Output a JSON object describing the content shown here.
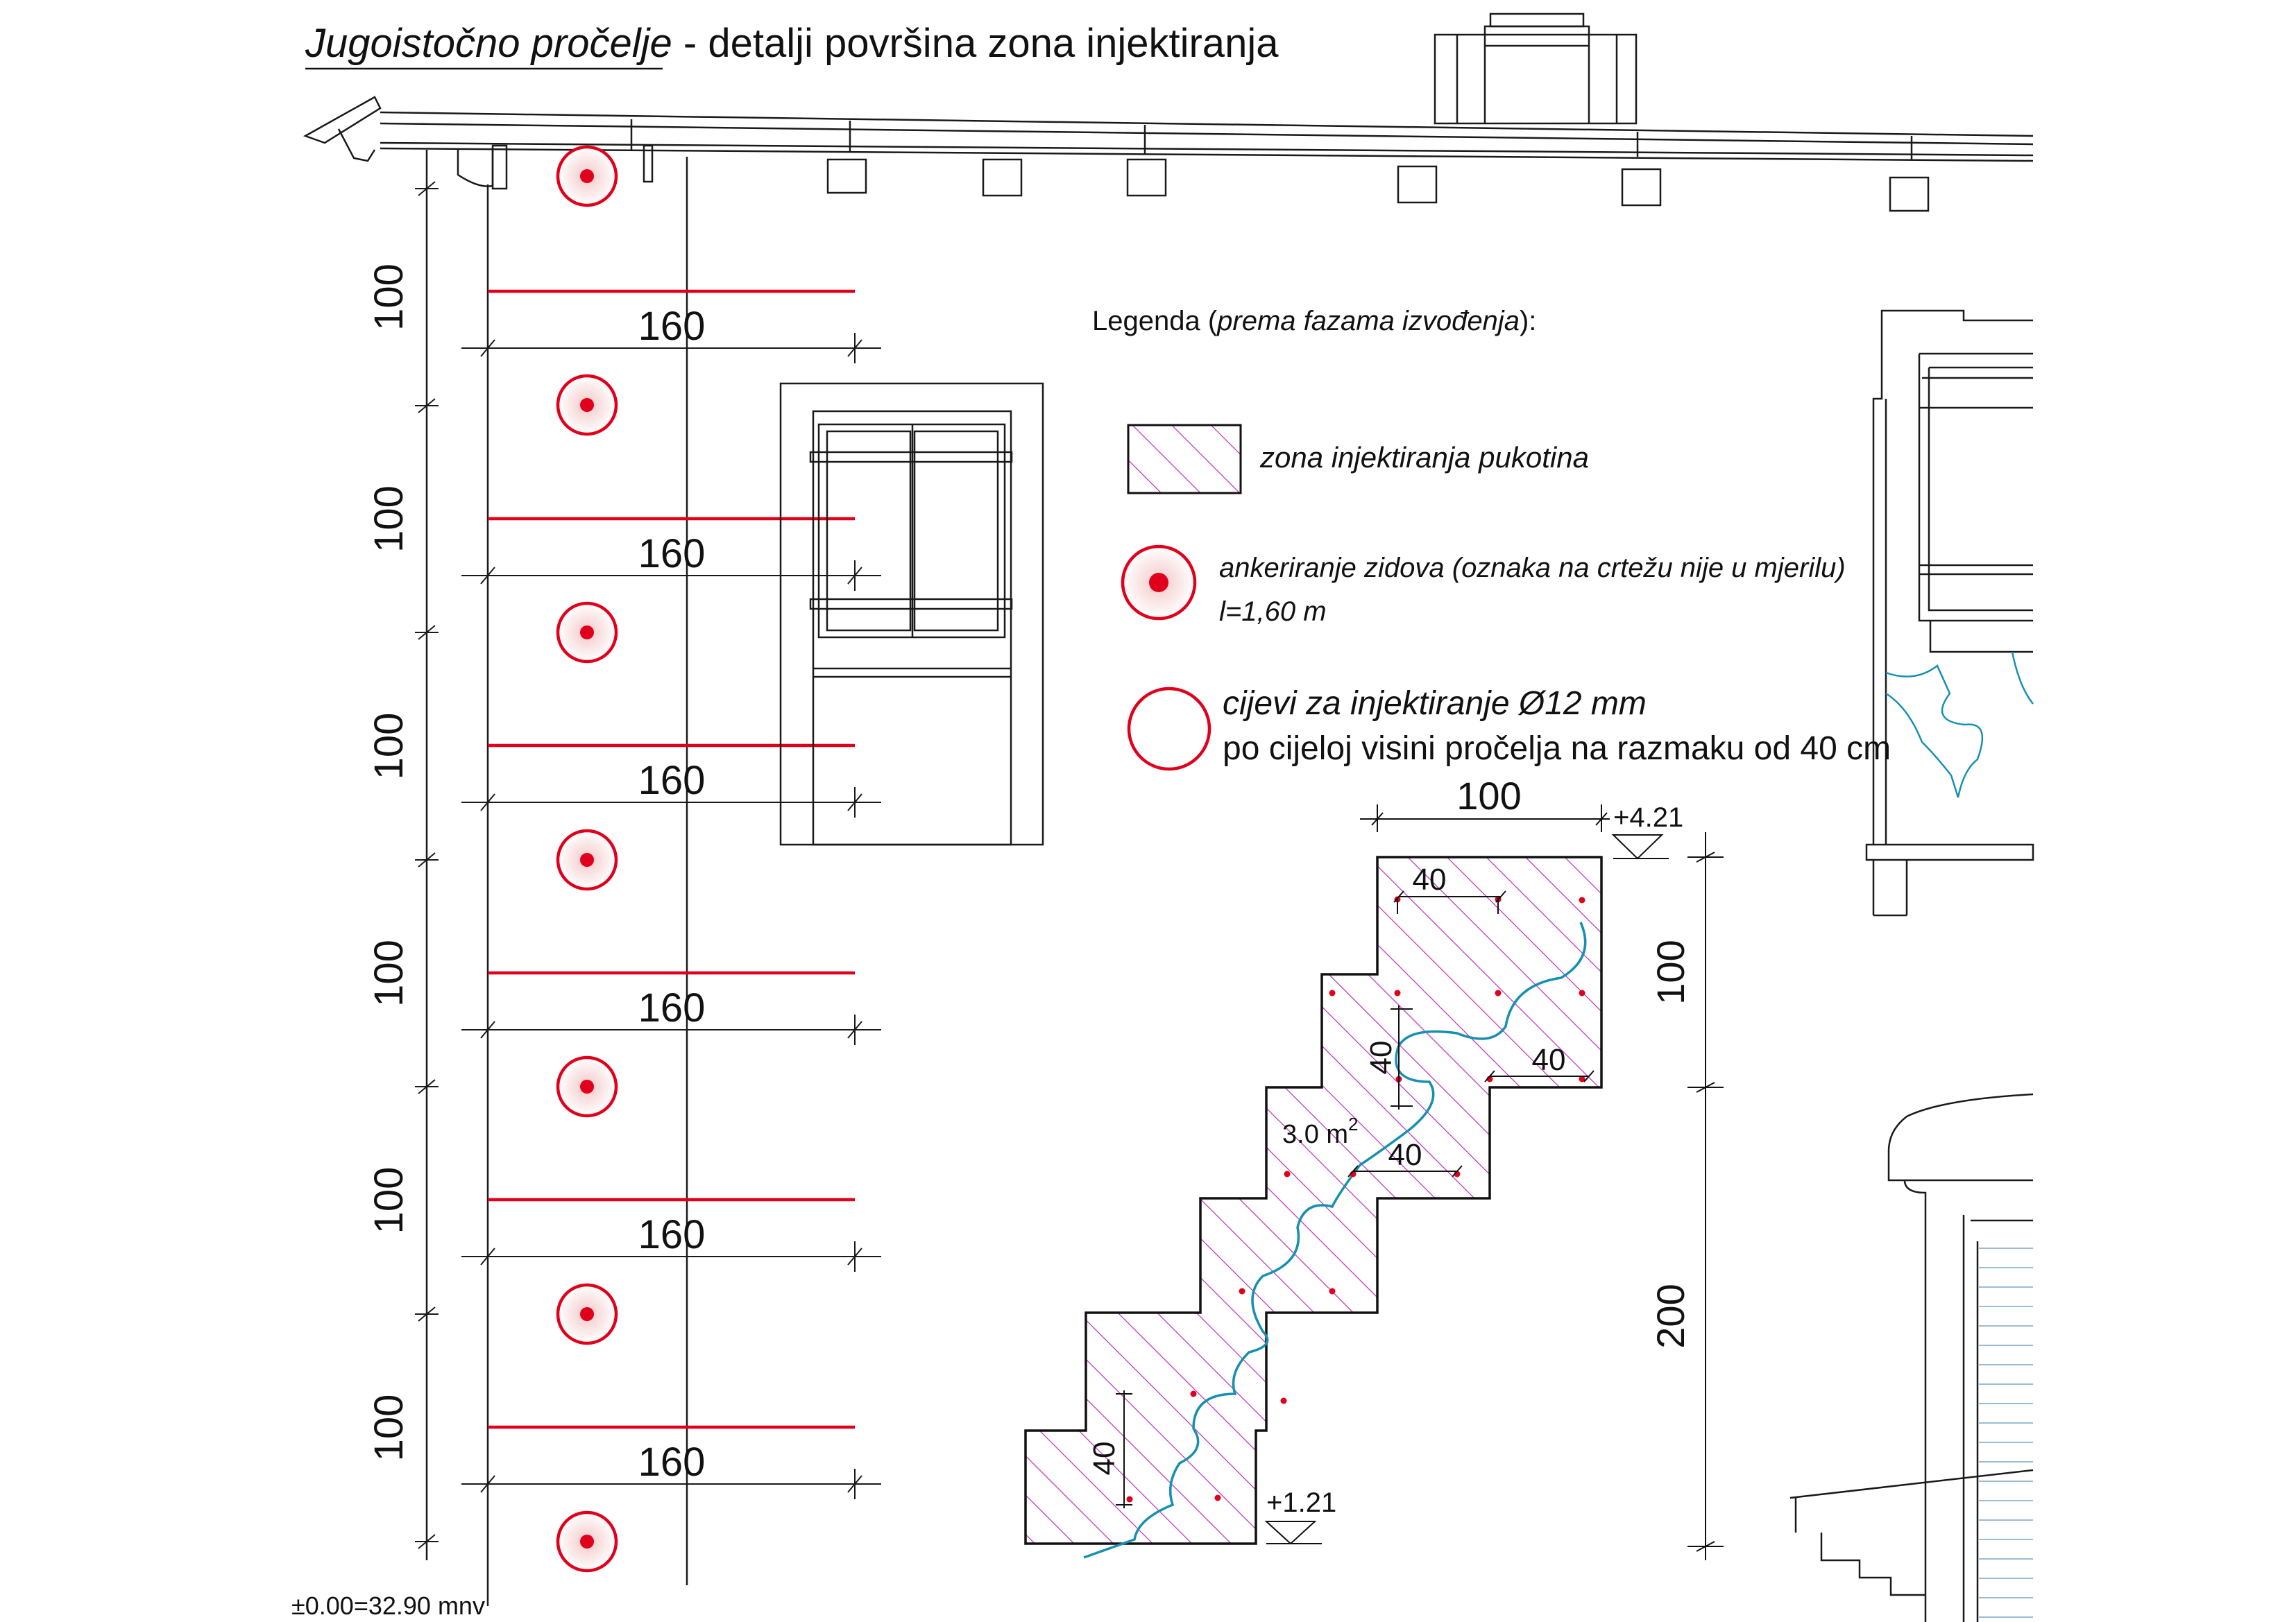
{
  "title": {
    "main": "Jugoistočno pročelje",
    "rest": " - detalji površina zona injektiranja"
  },
  "legend": {
    "heading_prefix": "Legenda (",
    "heading_italic": "prema fazama izvođenja",
    "heading_suffix": "):",
    "items": [
      {
        "id": "zone",
        "lines": [
          "zona injektiranja pukotina"
        ]
      },
      {
        "id": "anchor",
        "lines": [
          "ankeriranje zidova (oznaka na crtežu nije u mjerilu)",
          "l=1,60 m"
        ]
      },
      {
        "id": "pipes",
        "lines": [
          "cijevi za injektiranje Ø12 mm",
          "po cijeloj visini pročelja na razmaku od 40 cm"
        ]
      }
    ]
  },
  "left_dims": {
    "vertical": [
      "100",
      "100",
      "100",
      "100",
      "100",
      "100"
    ],
    "horizontal": [
      "160",
      "160",
      "160",
      "160",
      "160",
      "160"
    ]
  },
  "zone": {
    "top_width": "100",
    "top_level": "+4.21",
    "bottom_level": "+1.21",
    "right_dims": [
      "100",
      "200"
    ],
    "spacings": [
      "40",
      "40",
      "40",
      "40",
      "40"
    ],
    "area_value": "3.0 m",
    "area_exp": "2"
  },
  "datum": "±0.00=32.90 mnv",
  "colors": {
    "anchor": "#e0001b",
    "hatch": "#c02ac0",
    "crack": "#1790b0",
    "line": "#1a1a1a"
  }
}
